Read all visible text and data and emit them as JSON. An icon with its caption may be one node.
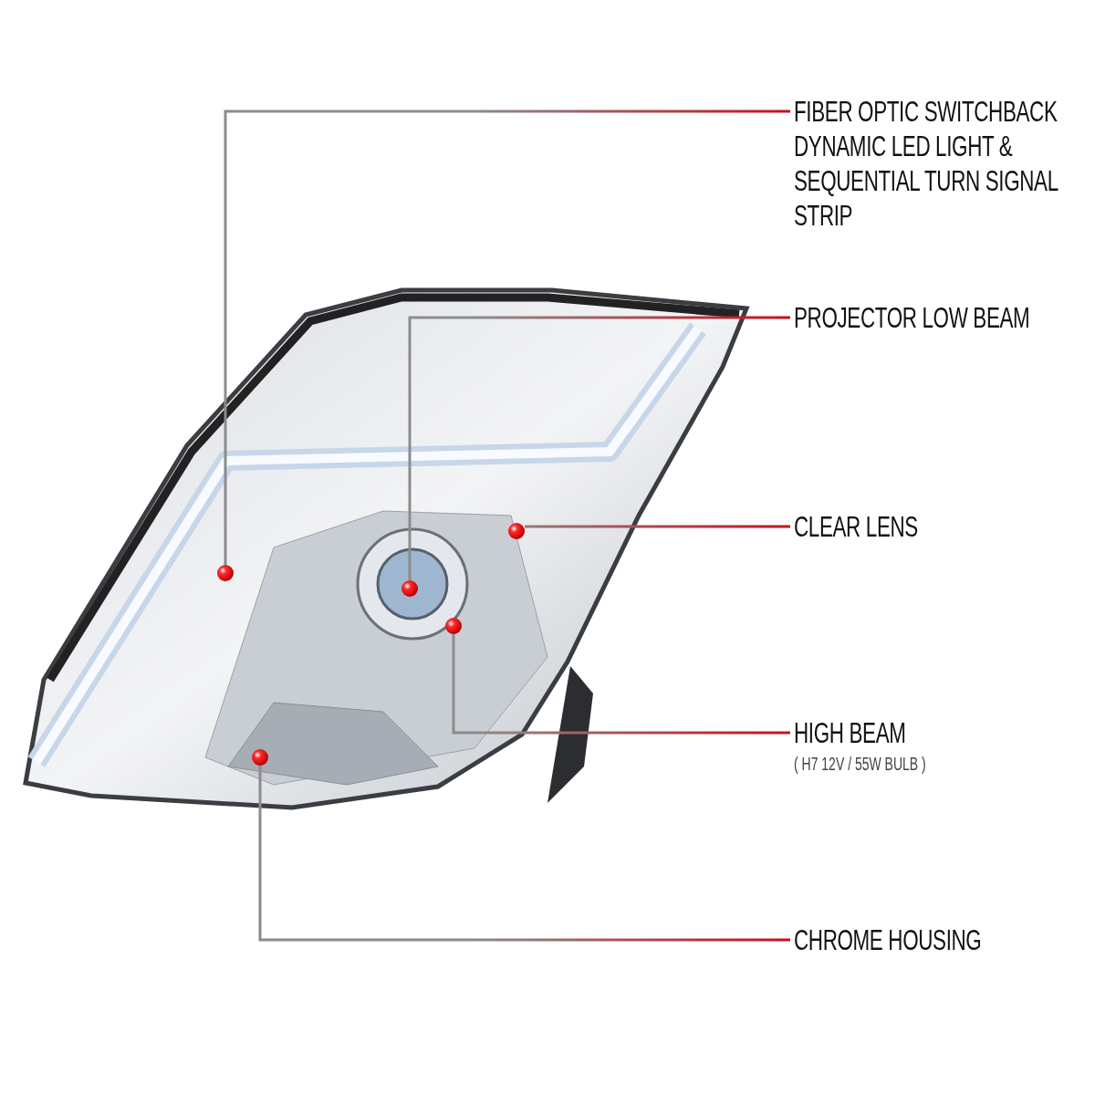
{
  "diagram": {
    "nodes": [
      {
        "text": [
          "FIBER OPTIC SWITCHBACK DYNAMIC LED LIGHT & SEQUENTIAL TURN SIGNAL STRIP"
        ]
      },
      {
        "text": [
          "PROJECTOR LOW BEAM"
        ]
      },
      {
        "text": [
          "CLEAR LENS"
        ]
      },
      {
        "text": [
          "HIGH BEAM",
          "( H7 12V / 55W BULB )"
        ]
      },
      {
        "text": [
          "CHROME HOUSING"
        ]
      },
      {
        "text": [],
        "shape": "circle"
      },
      {
        "text": [],
        "shape": "circle"
      },
      {
        "text": [],
        "shape": "circle"
      },
      {
        "text": [],
        "shape": "circle"
      },
      {
        "text": [],
        "shape": "circle"
      }
    ],
    "edges": [
      {
        "from": 0,
        "to": 5,
        "arrow": "none"
      },
      {
        "from": 1,
        "to": 6,
        "arrow": "none"
      },
      {
        "from": 2,
        "to": 7,
        "arrow": "none"
      },
      {
        "from": 3,
        "to": 8,
        "arrow": "none"
      },
      {
        "from": 4,
        "to": 9,
        "arrow": "none"
      }
    ]
  }
}
